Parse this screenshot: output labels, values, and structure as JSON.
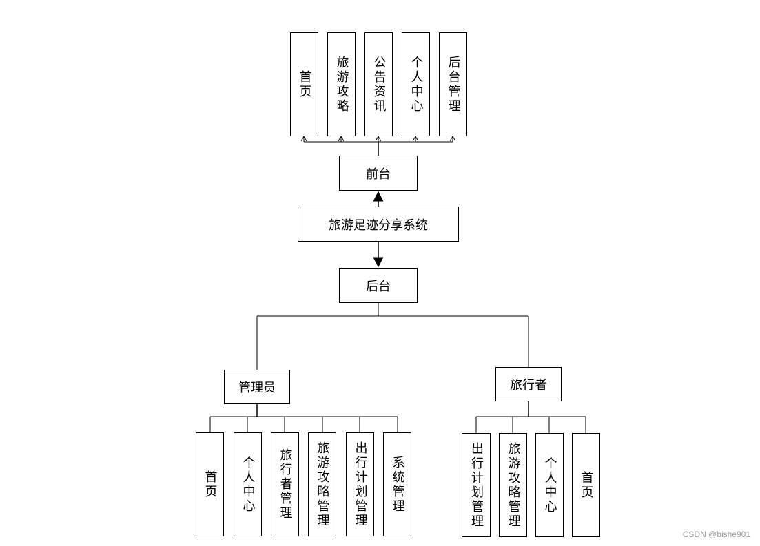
{
  "front": {
    "label": "前台",
    "items": [
      "首页",
      "旅游攻略",
      "公告资讯",
      "个人中心",
      "后台管理"
    ]
  },
  "system": {
    "label": "旅游足迹分享系统"
  },
  "back": {
    "label": "后台"
  },
  "admin": {
    "label": "管理员",
    "items": [
      "首页",
      "个人中心",
      "旅行者管理",
      "旅游攻略管理",
      "出行计划管理",
      "系统管理"
    ]
  },
  "traveler": {
    "label": "旅行者",
    "items": [
      "出行计划管理",
      "旅游攻略管理",
      "个人中心",
      "首页"
    ]
  },
  "watermark": "CSDN @bishe901"
}
